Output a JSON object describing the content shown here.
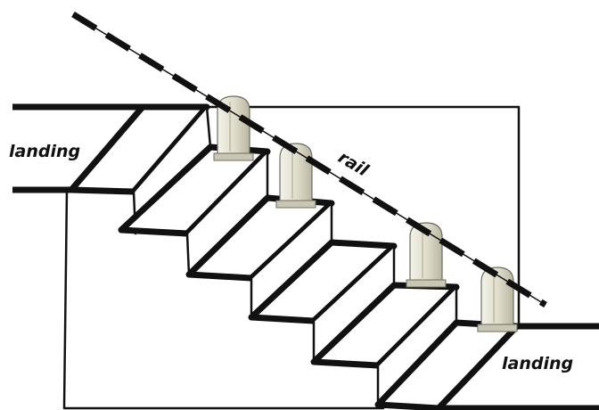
{
  "labels": {
    "landing_top": "landing",
    "landing_bottom": "landing",
    "rail": "rail"
  },
  "colors": {
    "line": "#111111",
    "post_fill": "#e2e0d2",
    "post_shade": "#c9c6b4",
    "background": "#ffffff"
  },
  "rail_posts": 4
}
